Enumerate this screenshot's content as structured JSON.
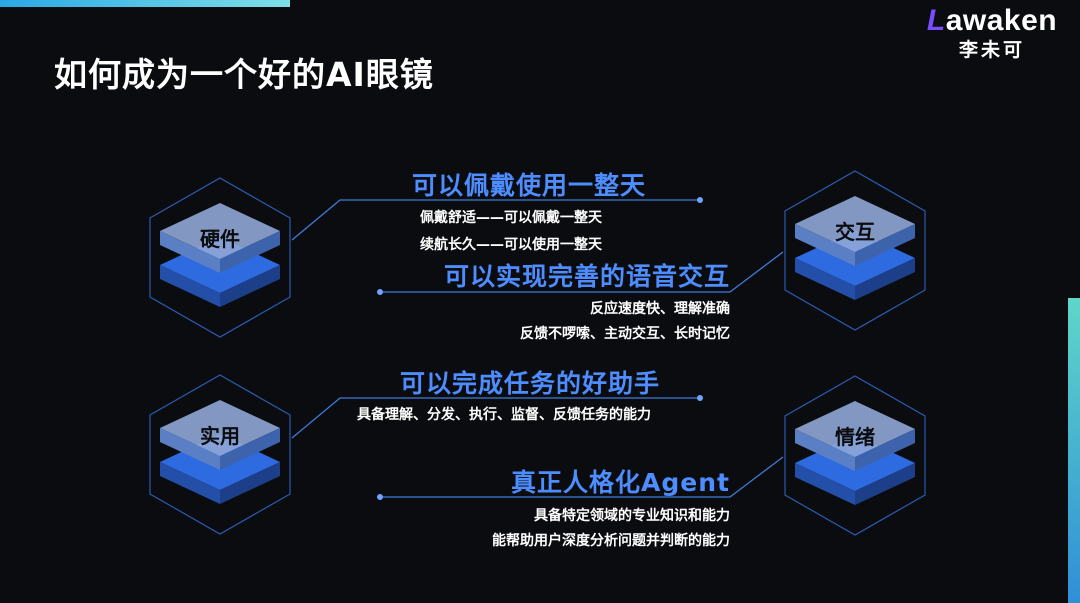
{
  "title": "如何成为一个好的AI眼镜",
  "logo": {
    "brand_rest": "awaken",
    "brand_l": "L",
    "subtitle": "李未可"
  },
  "pillars": {
    "hardware": "硬件",
    "interaction": "交互",
    "practical": "实用",
    "emotion": "情绪"
  },
  "sections": {
    "wear": {
      "heading": "可以佩戴使用一整天",
      "points": [
        "佩戴舒适——可以佩戴一整天",
        "续航长久——可以使用一整天"
      ]
    },
    "voice": {
      "heading": "可以实现完善的语音交互",
      "points": [
        "反应速度快、理解准确",
        "反馈不啰嗦、主动交互、长时记忆"
      ]
    },
    "assistant": {
      "heading": "可以完成任务的好助手",
      "points": [
        "具备理解、分发、执行、监督、反馈任务的能力"
      ]
    },
    "persona": {
      "heading": "真正人格化Agent",
      "points": [
        "具备特定领域的专业知识和能力",
        "能帮助用户深度分析问题并判断的能力"
      ]
    }
  },
  "colors": {
    "accent": "#4d8dff",
    "background": "#0b0c10",
    "logo_l": "#7a4cff"
  }
}
